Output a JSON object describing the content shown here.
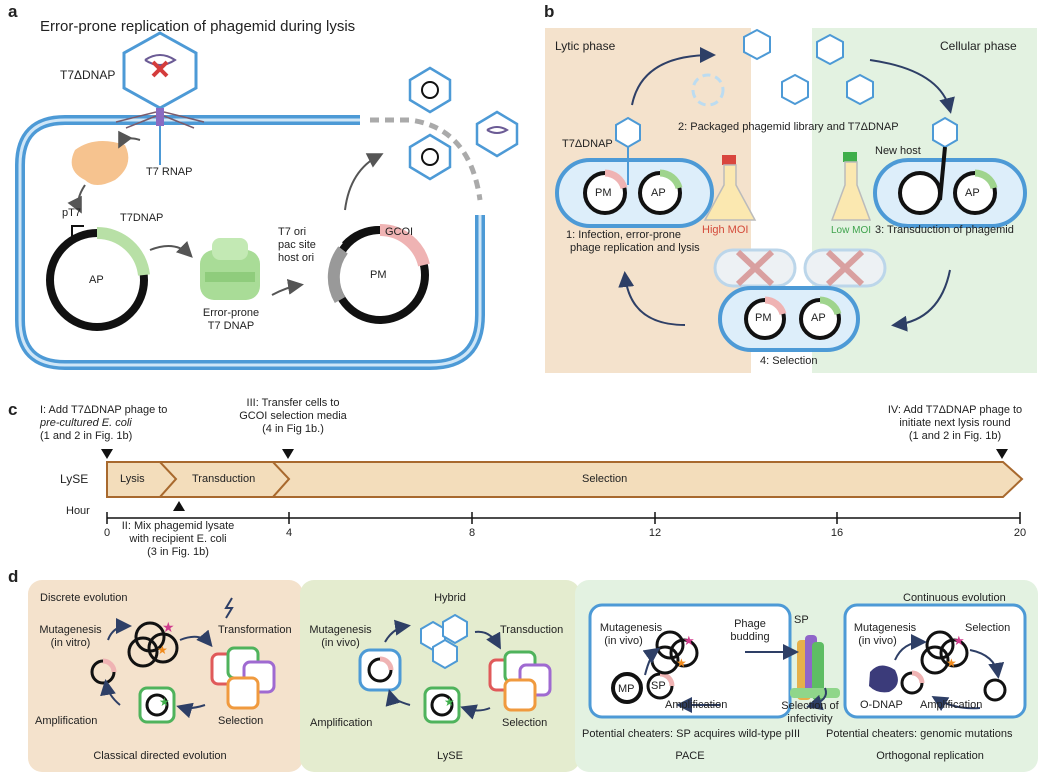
{
  "panels": {
    "a": {
      "label": "a",
      "title": "Error-prone replication of phagemid during lysis",
      "phage_label": "T7ΔDNAP",
      "rnap_label": "T7 RNAP",
      "promoter_label": "pT7",
      "gene_label": "T7DNAP",
      "ap_label": "AP",
      "enzyme_label_1": "Error-prone",
      "enzyme_label_2": "T7 DNAP",
      "ori_1": "T7 ori",
      "ori_2": "pac site",
      "ori_3": "host ori",
      "pm_label": "PM",
      "gcoi_label": "GCOI"
    },
    "b": {
      "label": "b",
      "lytic_phase": "Lytic phase",
      "cellular_phase": "Cellular phase",
      "phage_label": "T7ΔDNAP",
      "step2": "2: Packaged phagemid library and T7ΔDNAP",
      "new_host": "New host",
      "pm": "PM",
      "ap": "AP",
      "high_moi": "High MOI",
      "low_moi": "Low MOI",
      "step1_1": "1: Infection, error-prone",
      "step1_2": "phage replication and lysis",
      "step3": "3: Transduction of phagemid",
      "step4": "4: Selection"
    },
    "c": {
      "label": "c",
      "note1_1": "I: Add T7ΔDNAP phage to",
      "note1_2": "pre-cultured E. coli",
      "note1_3": "(1 and 2 in Fig. 1b)",
      "note3_1": "III: Transfer cells to",
      "note3_2": "GCOI selection media",
      "note3_3": "(4 in Fig 1b.)",
      "note4_1": "IV: Add T7ΔDNAP phage to",
      "note4_2": "initiate next lysis round",
      "note4_3": "(1 and 2 in Fig. 1b)",
      "lyse": "LySE",
      "lysis": "Lysis",
      "transduction": "Transduction",
      "selection": "Selection",
      "hour": "Hour",
      "ticks": [
        "0",
        "4",
        "8",
        "12",
        "16",
        "20"
      ],
      "note2_1": "II: Mix phagemid lysate",
      "note2_2": "with recipient E. coli",
      "note2_3": "(3 in Fig. 1b)"
    },
    "d": {
      "label": "d",
      "discrete_title": "Discrete evolution",
      "mutagenesis_vitro_1": "Mutagenesis",
      "mutagenesis_vitro_2": "(in vitro)",
      "transformation": "Transformation",
      "amplification": "Amplification",
      "selection": "Selection",
      "classical": "Classical directed evolution",
      "hybrid_title": "Hybrid",
      "mutagenesis_vivo_1": "Mutagenesis",
      "mutagenesis_vivo_2": "(in vivo)",
      "transduction": "Transduction",
      "lyse": "LySE",
      "continuous_title": "Continuous evolution",
      "phage_budding_1": "Phage",
      "phage_budding_2": "budding",
      "sp": "SP",
      "mp": "MP",
      "selection_infectivity_1": "Selection of",
      "selection_infectivity_2": "infectivity",
      "cheaters_pace": "Potential cheaters: SP acquires wild-type pIII",
      "pace": "PACE",
      "odnap": "O-DNAP",
      "cheaters_orth": "Potential cheaters: genomic mutations",
      "orthogonal": "Orthogonal replication"
    }
  },
  "colors": {
    "cell_blue": "#4d9ad6",
    "lytic_bg": "#f4e2cc",
    "cellular_bg": "#e3f2e1",
    "arrow": "#2e3f66",
    "timeline_fill": "#f3ddbb",
    "timeline_stroke": "#a8692e",
    "pink": "#efb3b3",
    "green": "#9fd48d"
  }
}
